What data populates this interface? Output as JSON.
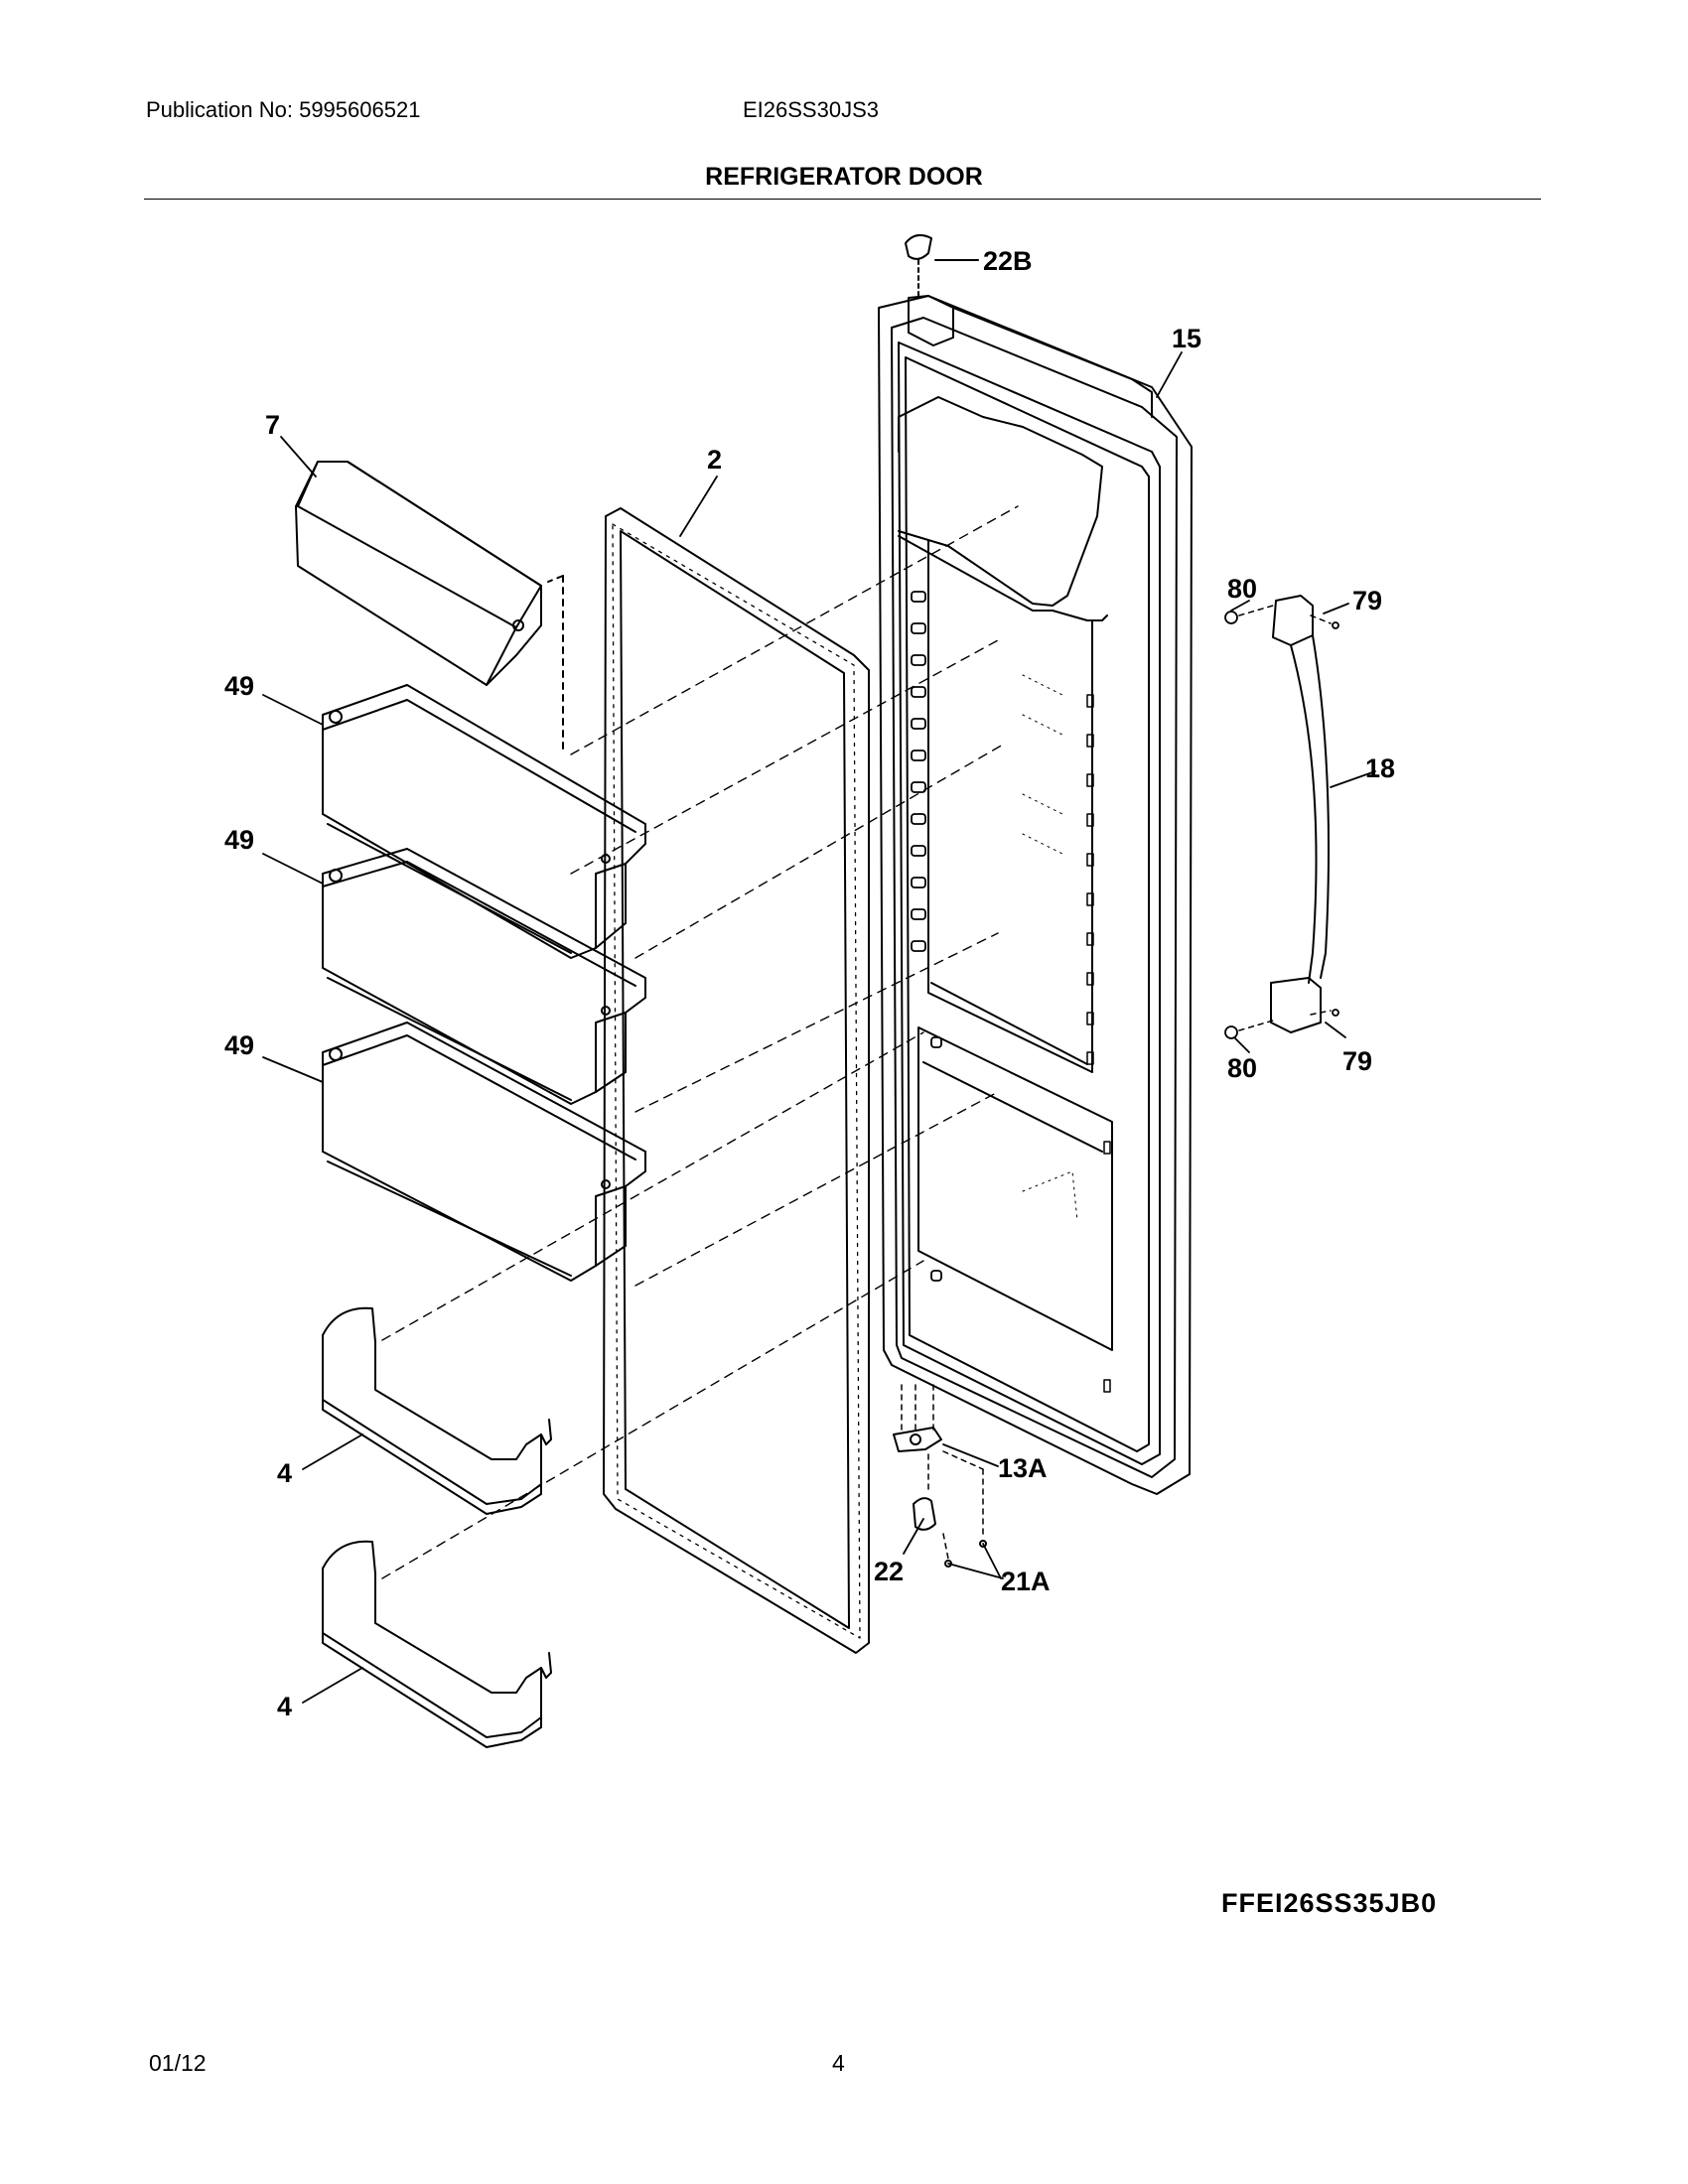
{
  "header": {
    "publication": "Publication No: 5995606521",
    "model": "EI26SS30JS3",
    "title": "REFRIGERATOR DOOR"
  },
  "callouts": {
    "c22B": "22B",
    "c15": "15",
    "c7": "7",
    "c2": "2",
    "c80a": "80",
    "c79a": "79",
    "c49a": "49",
    "c18": "18",
    "c49b": "49",
    "c49c": "49",
    "c80b": "80",
    "c79b": "79",
    "c13A": "13A",
    "c4a": "4",
    "c22": "22",
    "c21A": "21A",
    "c4b": "4"
  },
  "footer": {
    "diagram_code": "FFEI26SS35JB0",
    "date": "01/12",
    "page": "4"
  }
}
